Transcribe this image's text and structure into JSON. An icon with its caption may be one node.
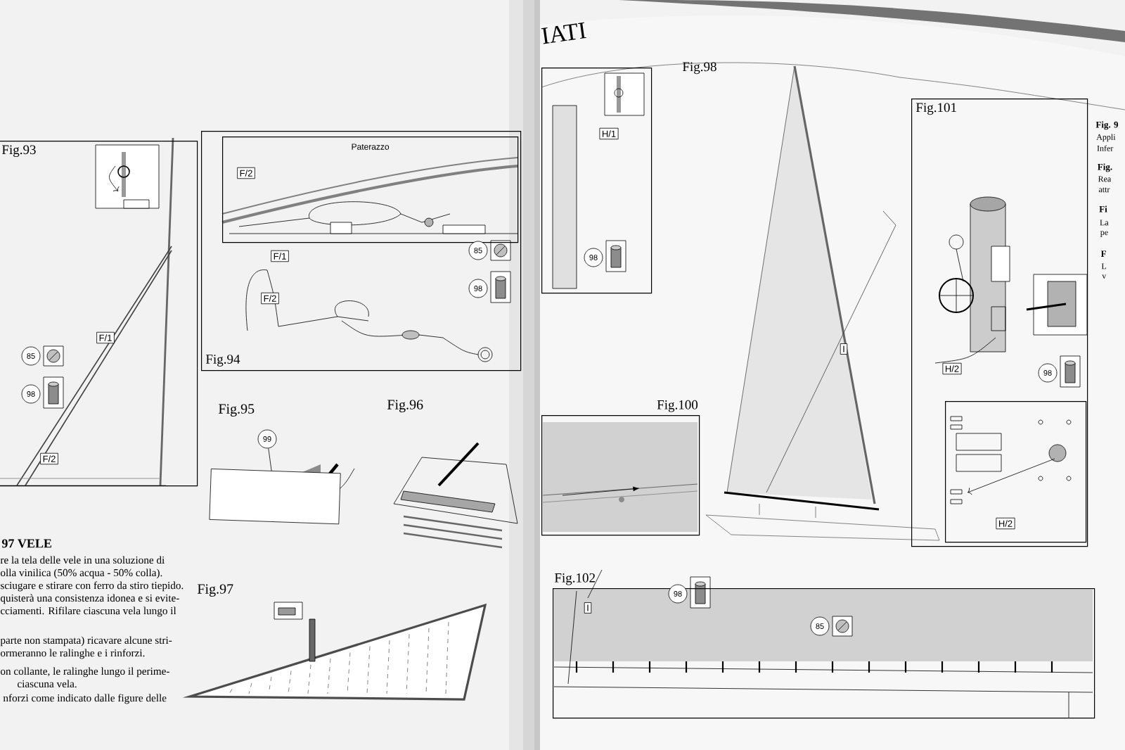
{
  "diagram": {
    "nodes": [
      {
        "text": [
          "Fig.93"
        ]
      },
      {
        "text": [
          "Fig.94"
        ]
      },
      {
        "text": [
          "Paterazzo"
        ],
        "in": 1
      },
      {
        "text": [
          "F/2"
        ],
        "in": 2
      },
      {
        "text": [
          "F/1"
        ],
        "in": 1
      },
      {
        "text": [
          "F/2"
        ],
        "in": 1
      },
      {
        "text": [
          "85"
        ],
        "in": 1
      },
      {
        "text": [
          "98"
        ],
        "in": 1
      },
      {
        "text": [
          "F/1"
        ],
        "in": 0
      },
      {
        "text": [
          "F/2"
        ],
        "in": 0
      },
      {
        "text": [
          "85"
        ],
        "in": 0
      },
      {
        "text": [
          "98"
        ],
        "in": 0
      },
      {
        "text": [
          "99"
        ]
      },
      {
        "text": [],
        "shape": "picture"
      },
      {
        "text": [],
        "shape": "box"
      },
      {
        "text": [
          "H/1"
        ],
        "in": 14
      },
      {
        "text": [
          "98"
        ],
        "in": 14
      },
      {
        "text": [
          "Fig.101"
        ]
      },
      {
        "text": [
          "H/2"
        ],
        "in": 17
      },
      {
        "text": [
          "98"
        ],
        "in": 17
      },
      {
        "text": [],
        "shape": "box",
        "in": 17
      },
      {
        "text": [
          "H/2"
        ],
        "in": 20
      },
      {
        "text": [
          "Fig.100"
        ]
      },
      {
        "text": [
          "Fig.102"
        ]
      },
      {
        "text": [
          "I"
        ],
        "in": 23
      },
      {
        "text": [
          "98"
        ],
        "in": 23
      },
      {
        "text": [
          "85"
        ],
        "in": 23
      },
      {
        "text": [
          "I"
        ]
      }
    ],
    "edges": [
      {
        "from": 12,
        "to": 13,
        "arrow": "none"
      }
    ],
    "labels": [
      "Fig.95",
      "Fig.96",
      "Fig.97",
      "97 VELE",
      "re la tela delle vele in una soluzione di",
      "olla vinilica (50% acqua - 50% colla).",
      "sciugare e stirare con ferro da stiro tiepido.",
      "quisterà una consistenza idonea e si evite-",
      "cciamenti. Rifilare ciascuna vela lungo il",
      "parte non stampata) ricavare alcune stri-",
      "ormeranno le ralinghe e i rinforzi.",
      "on collante, le ralinghe lungo il perime-",
      "ciascuna vela.",
      "nforzi come indicato dalle figure delle",
      "IATI",
      "Fig.98",
      "Fig. 9",
      "Appli",
      "Infer",
      "Fig.",
      "Rea",
      "attr",
      "Fi",
      "La",
      "pe",
      "F",
      "L",
      "v"
    ]
  }
}
